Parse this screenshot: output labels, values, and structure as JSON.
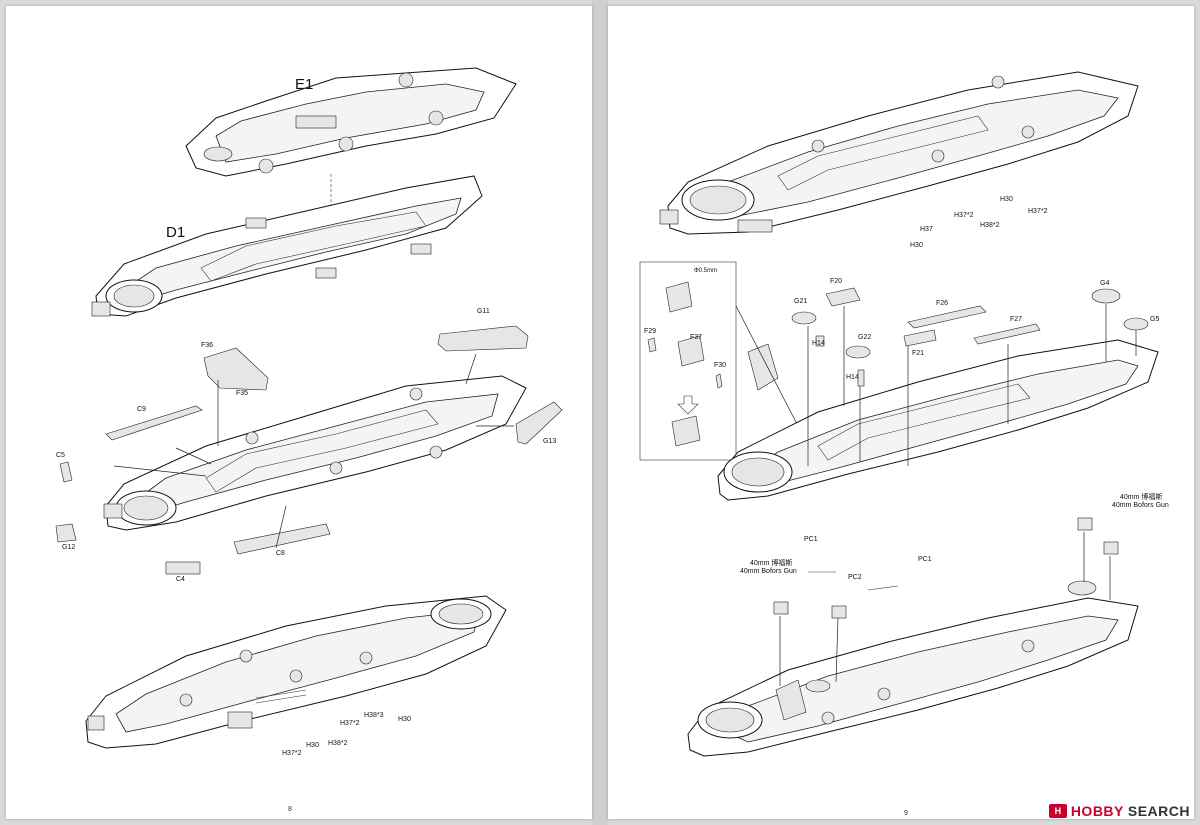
{
  "pages": [
    {
      "page_number": "8",
      "labels": {
        "e1": "E1",
        "d1": "D1",
        "g11": "G11",
        "f36": "F36",
        "f35": "F35",
        "c9": "C9",
        "c5": "C5",
        "g13": "G13",
        "g12": "G12",
        "c4": "C4",
        "c8": "C8",
        "h30a": "H30",
        "h38x3": "H38*3",
        "h37x2a": "H37*2",
        "h30b": "H30",
        "h38x2": "H38*2",
        "h37x2b": "H37*2"
      }
    },
    {
      "page_number": "9",
      "labels": {
        "h30a": "H30",
        "h37x2a": "H37*2",
        "h38x2": "H38*2",
        "h37x2b": "H37*2",
        "h37": "H37",
        "h30b": "H30",
        "dim": "Φ0.5mm",
        "f29": "F29",
        "f37": "F37",
        "f30": "F30",
        "f20": "F20",
        "g21": "G21",
        "h14a": "H14",
        "g22": "G22",
        "h14b": "H14",
        "f26": "F26",
        "f21": "F21",
        "f27": "F27",
        "g4": "G4",
        "g5": "G5",
        "gun_right_cn": "40mm 博福斯",
        "gun_right_en": "40mm Bofors Gun",
        "pc1a": "PC1",
        "gun_left_cn": "40mm 博福斯",
        "gun_left_en": "40mm Bofors Gun",
        "pc2": "PC2",
        "pc1b": "PC1"
      }
    }
  ],
  "watermark": {
    "logo": "H",
    "brand_red": "HOBBY",
    "brand_dark": "SEARCH"
  },
  "colors": {
    "paper": "#ffffff",
    "background": "#d9d9d9",
    "watermark_red": "#c8002a"
  }
}
